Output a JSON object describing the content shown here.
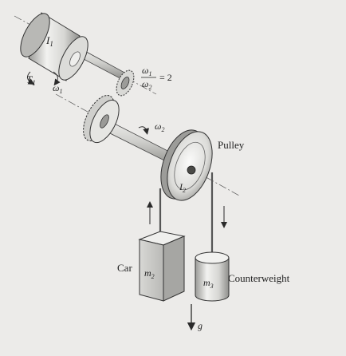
{
  "labels": {
    "I1": "I",
    "I1_sub": "1",
    "T1": "T",
    "T1_sub": "1",
    "omega1": "ω",
    "omega1_sub": "1",
    "omega2": "ω",
    "omega2_sub": "2",
    "ratio_num": "ω",
    "ratio_num_sub": "1",
    "ratio_den": "ω",
    "ratio_den_sub": "2",
    "ratio_eq": "= 2",
    "pulley": "Pulley",
    "I2": "I",
    "I2_sub": "2",
    "car": "Car",
    "m2": "m",
    "m2_sub": "2",
    "m3": "m",
    "m3_sub": "3",
    "counterweight": "Counterweight",
    "g": "g"
  },
  "colors": {
    "background": "#ecebe9",
    "metal_light": "#f4f4f2",
    "metal_mid": "#c9c9c6",
    "metal_dark": "#8e8e8b",
    "line": "#3a3a3a"
  }
}
